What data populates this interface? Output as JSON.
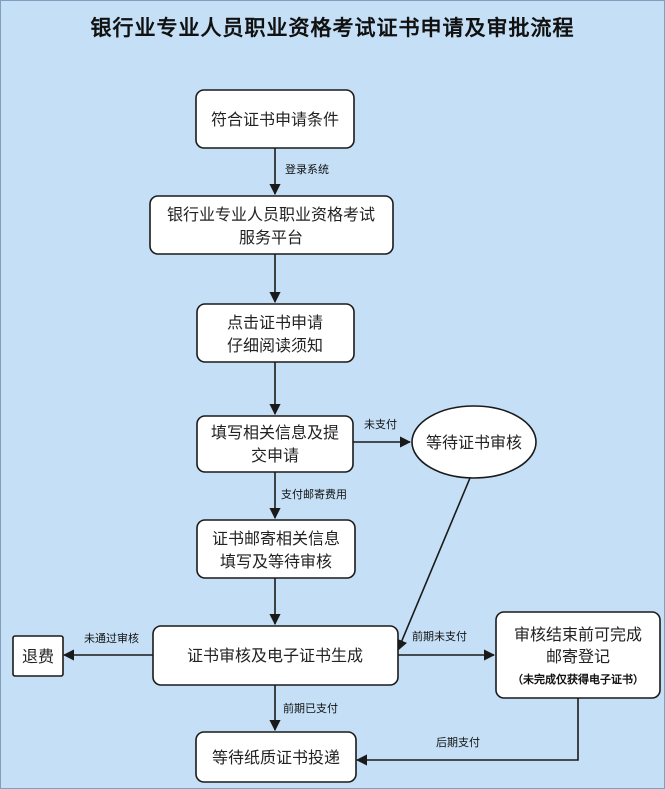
{
  "title": "银行业专业人员职业资格考试证书申请及审批流程",
  "nodes": {
    "eligible": [
      "符合证书申请条件"
    ],
    "platform": [
      "银行业专业人员职业资格考试",
      "服务平台"
    ],
    "click_apply": [
      "点击证书申请",
      "仔细阅读须知"
    ],
    "fill_submit": [
      "填写相关信息及提",
      "交申请"
    ],
    "wait_review": [
      "等待证书审核"
    ],
    "mail_info": [
      "证书邮寄相关信息",
      "填写及等待审核"
    ],
    "review_generate": [
      "证书审核及电子证书生成"
    ],
    "refund": [
      "退费"
    ],
    "mail_register": [
      "审核结束前可完成",
      "邮寄登记"
    ],
    "mail_register_note": "（未完成仅获得电子证书）",
    "wait_paper": [
      "等待纸质证书投递"
    ]
  },
  "edges": {
    "login": "登录系统",
    "unpaid": "未支付",
    "pay_postage": "支付邮寄费用",
    "not_passed": "未通过审核",
    "prior_unpaid": "前期未支付",
    "prior_paid": "前期已支付",
    "later_pay": "后期支付"
  }
}
